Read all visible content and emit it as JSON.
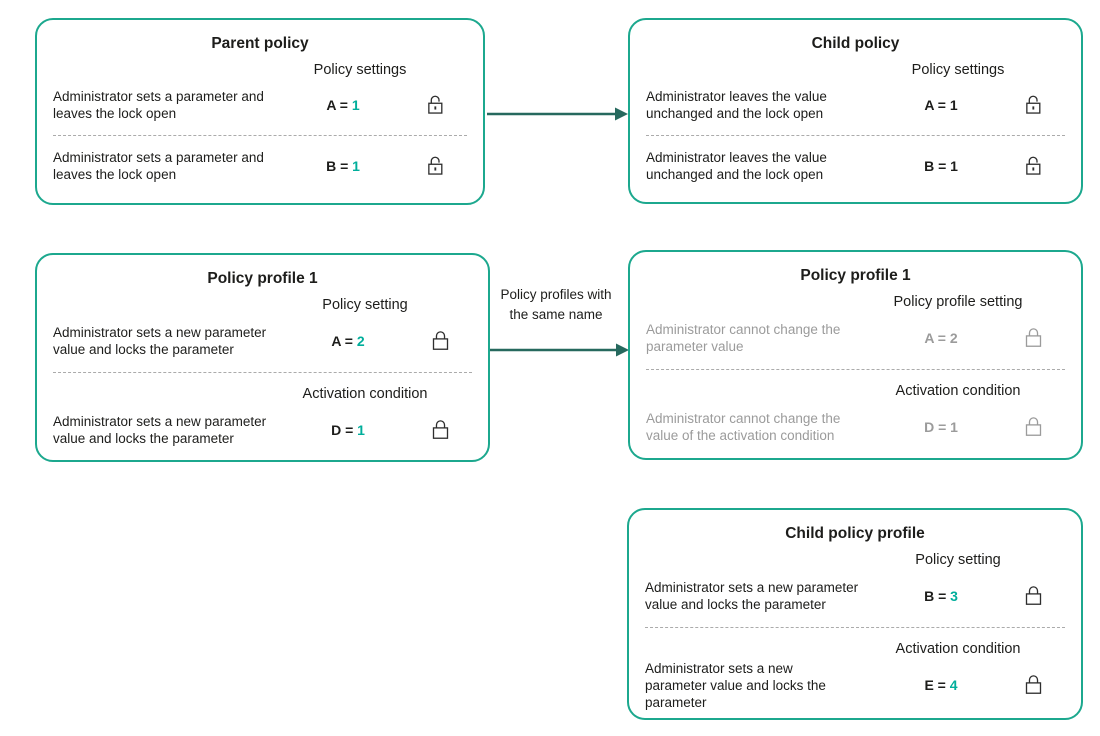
{
  "colors": {
    "teal_border": "#1CA88E",
    "accent": "#00AE9B",
    "arrow": "#26695E",
    "muted": "#9B9B9B",
    "text": "#1D1D1B",
    "divider": "#ABABAB"
  },
  "icons": {
    "open_lock": "open-lock",
    "closed_lock": "closed-lock"
  },
  "boxes": {
    "parent": {
      "title": "Parent policy",
      "header": "Policy settings",
      "rows": [
        {
          "desc": "Administrator sets a parameter and leaves the lock open",
          "label": "A =",
          "value": "1"
        },
        {
          "desc": "Administrator sets a parameter and leaves the lock open",
          "label": "B =",
          "value": "1"
        }
      ]
    },
    "child": {
      "title": "Child policy",
      "header": "Policy settings",
      "rows": [
        {
          "desc": "Administrator leaves the value unchanged and the lock open",
          "label": "A =",
          "value": "1"
        },
        {
          "desc": "Administrator leaves the value unchanged and the lock open",
          "label": "B =",
          "value": "1"
        }
      ]
    },
    "profile1": {
      "title": "Policy profile 1",
      "sections": [
        {
          "header": "Policy setting",
          "row": {
            "desc": "Administrator sets a new parameter value and locks the parameter",
            "label": "A =",
            "value": "2"
          }
        },
        {
          "header": "Activation condition",
          "row": {
            "desc": "Administrator sets a new parameter value and locks the parameter",
            "label": "D =",
            "value": "1"
          }
        }
      ]
    },
    "profile1_child": {
      "title": "Policy profile 1",
      "sections": [
        {
          "header": "Policy profile setting",
          "row": {
            "desc": "Administrator cannot change the parameter value",
            "label": "A =",
            "value": "2"
          }
        },
        {
          "header": "Activation condition",
          "row": {
            "desc": "Administrator cannot change the value of the activation condition",
            "label": "D =",
            "value": "1"
          }
        }
      ]
    },
    "child_profile": {
      "title": "Child policy profile",
      "sections": [
        {
          "header": "Policy setting",
          "row": {
            "desc": "Administrator sets a new parameter value and locks the parameter",
            "label": "B =",
            "value": "3"
          }
        },
        {
          "header": "Activation condition",
          "row": {
            "desc": "Administrator sets a new parameter value and locks the parameter",
            "label": "E =",
            "value": "4"
          }
        }
      ]
    }
  },
  "connector": {
    "label": "Policy profiles with the same name"
  }
}
